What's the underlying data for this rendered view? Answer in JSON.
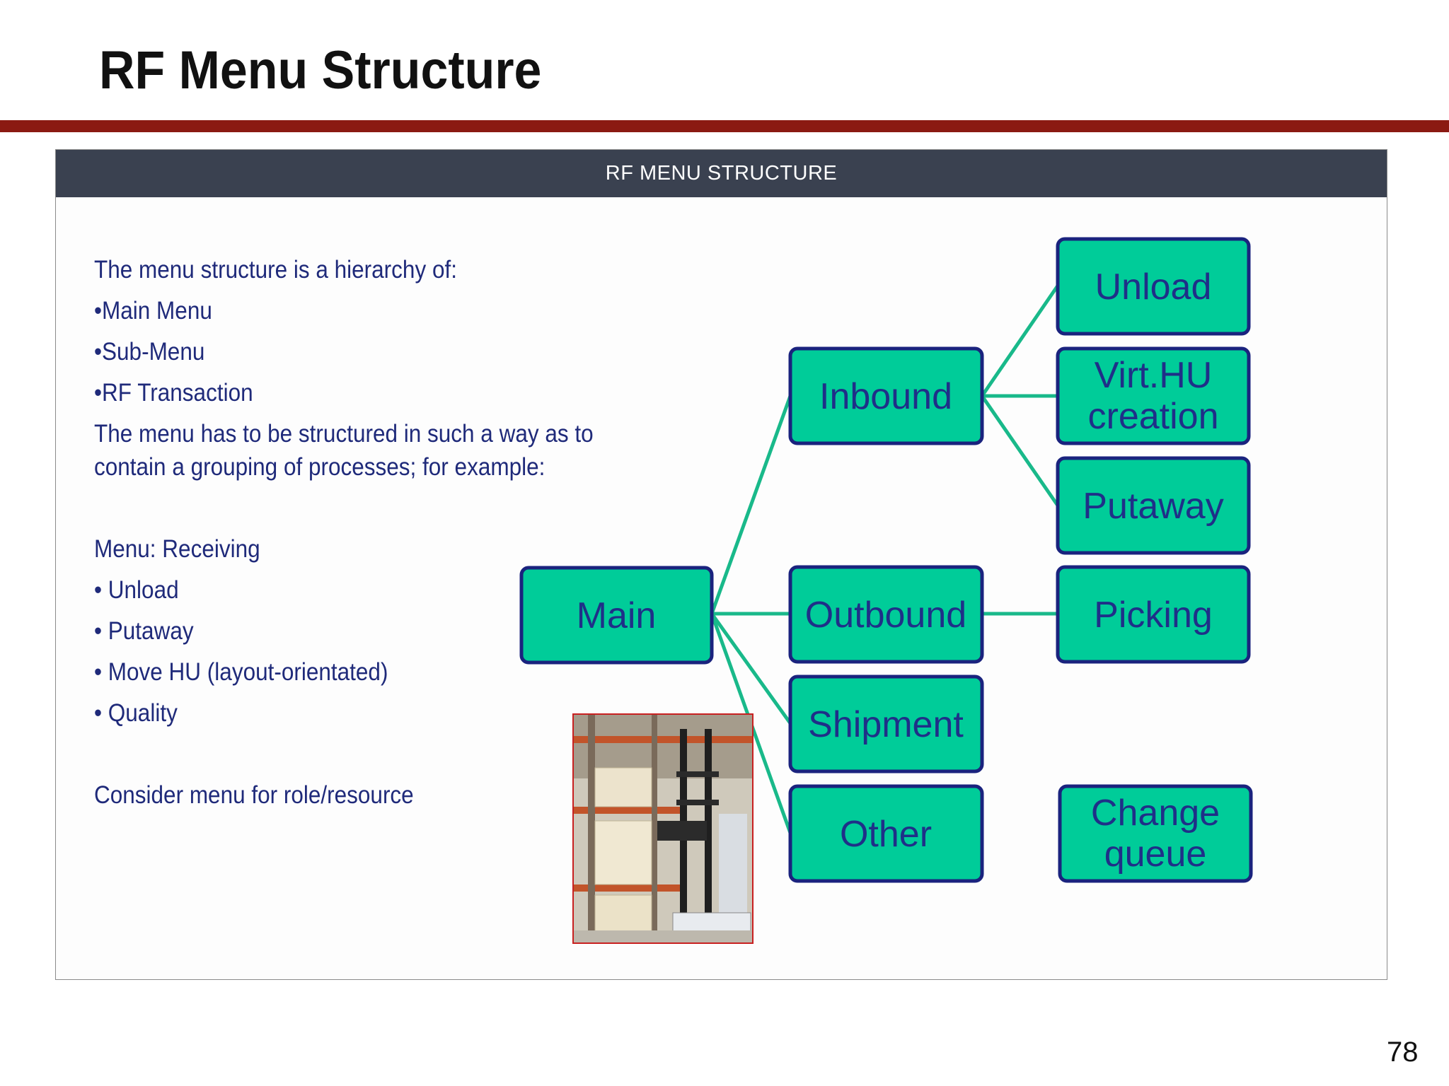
{
  "slide": {
    "title": "RF Menu Structure",
    "page_number": "78"
  },
  "panel": {
    "header": "RF MENU STRUCTURE"
  },
  "text": {
    "intro": "The menu structure is a hierarchy of:",
    "bullet_main": "•Main Menu",
    "bullet_sub": "•Sub-Menu",
    "bullet_rf": "•RF Transaction",
    "para_line1": "The menu has to be structured in such a way as to",
    "para_line2": "contain a grouping of processes; for example:",
    "menu_heading": "Menu: Receiving",
    "item_unload": "• Unload",
    "item_putaway": "• Putaway",
    "item_move": "• Move HU (layout-orientated)",
    "item_quality": "• Quality",
    "consider": "Consider menu for role/resource"
  },
  "diagram": {
    "colors": {
      "node_fill": "#00cc99",
      "node_border": "#1a237e",
      "node_text": "#1f2f88",
      "connector": "#19b98a"
    },
    "nodes": {
      "main": "Main",
      "inbound": "Inbound",
      "outbound": "Outbound",
      "shipment": "Shipment",
      "other": "Other",
      "unload": "Unload",
      "virt_line1": "Virt.HU",
      "virt_line2": "creation",
      "putaway": "Putaway",
      "picking": "Picking",
      "change_line1": "Change",
      "change_line2": "queue"
    },
    "edges": [
      [
        "main",
        "inbound"
      ],
      [
        "main",
        "outbound"
      ],
      [
        "main",
        "shipment"
      ],
      [
        "main",
        "other"
      ],
      [
        "inbound",
        "unload"
      ],
      [
        "inbound",
        "virt_hu_creation"
      ],
      [
        "inbound",
        "putaway"
      ],
      [
        "outbound",
        "picking"
      ]
    ]
  },
  "image": {
    "subject": "forklift-warehouse-photo"
  }
}
